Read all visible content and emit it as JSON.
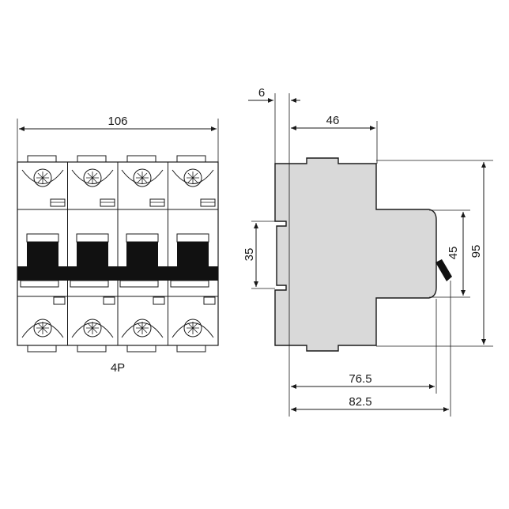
{
  "front_view": {
    "width_label": "106",
    "variant_label": "4P"
  },
  "side_view": {
    "top_offset_label": "6",
    "top_width_label": "46",
    "rail_height_label": "35",
    "front_height_label": "45",
    "overall_height_label": "95",
    "depth_label_1": "76.5",
    "depth_label_2": "82.5"
  }
}
